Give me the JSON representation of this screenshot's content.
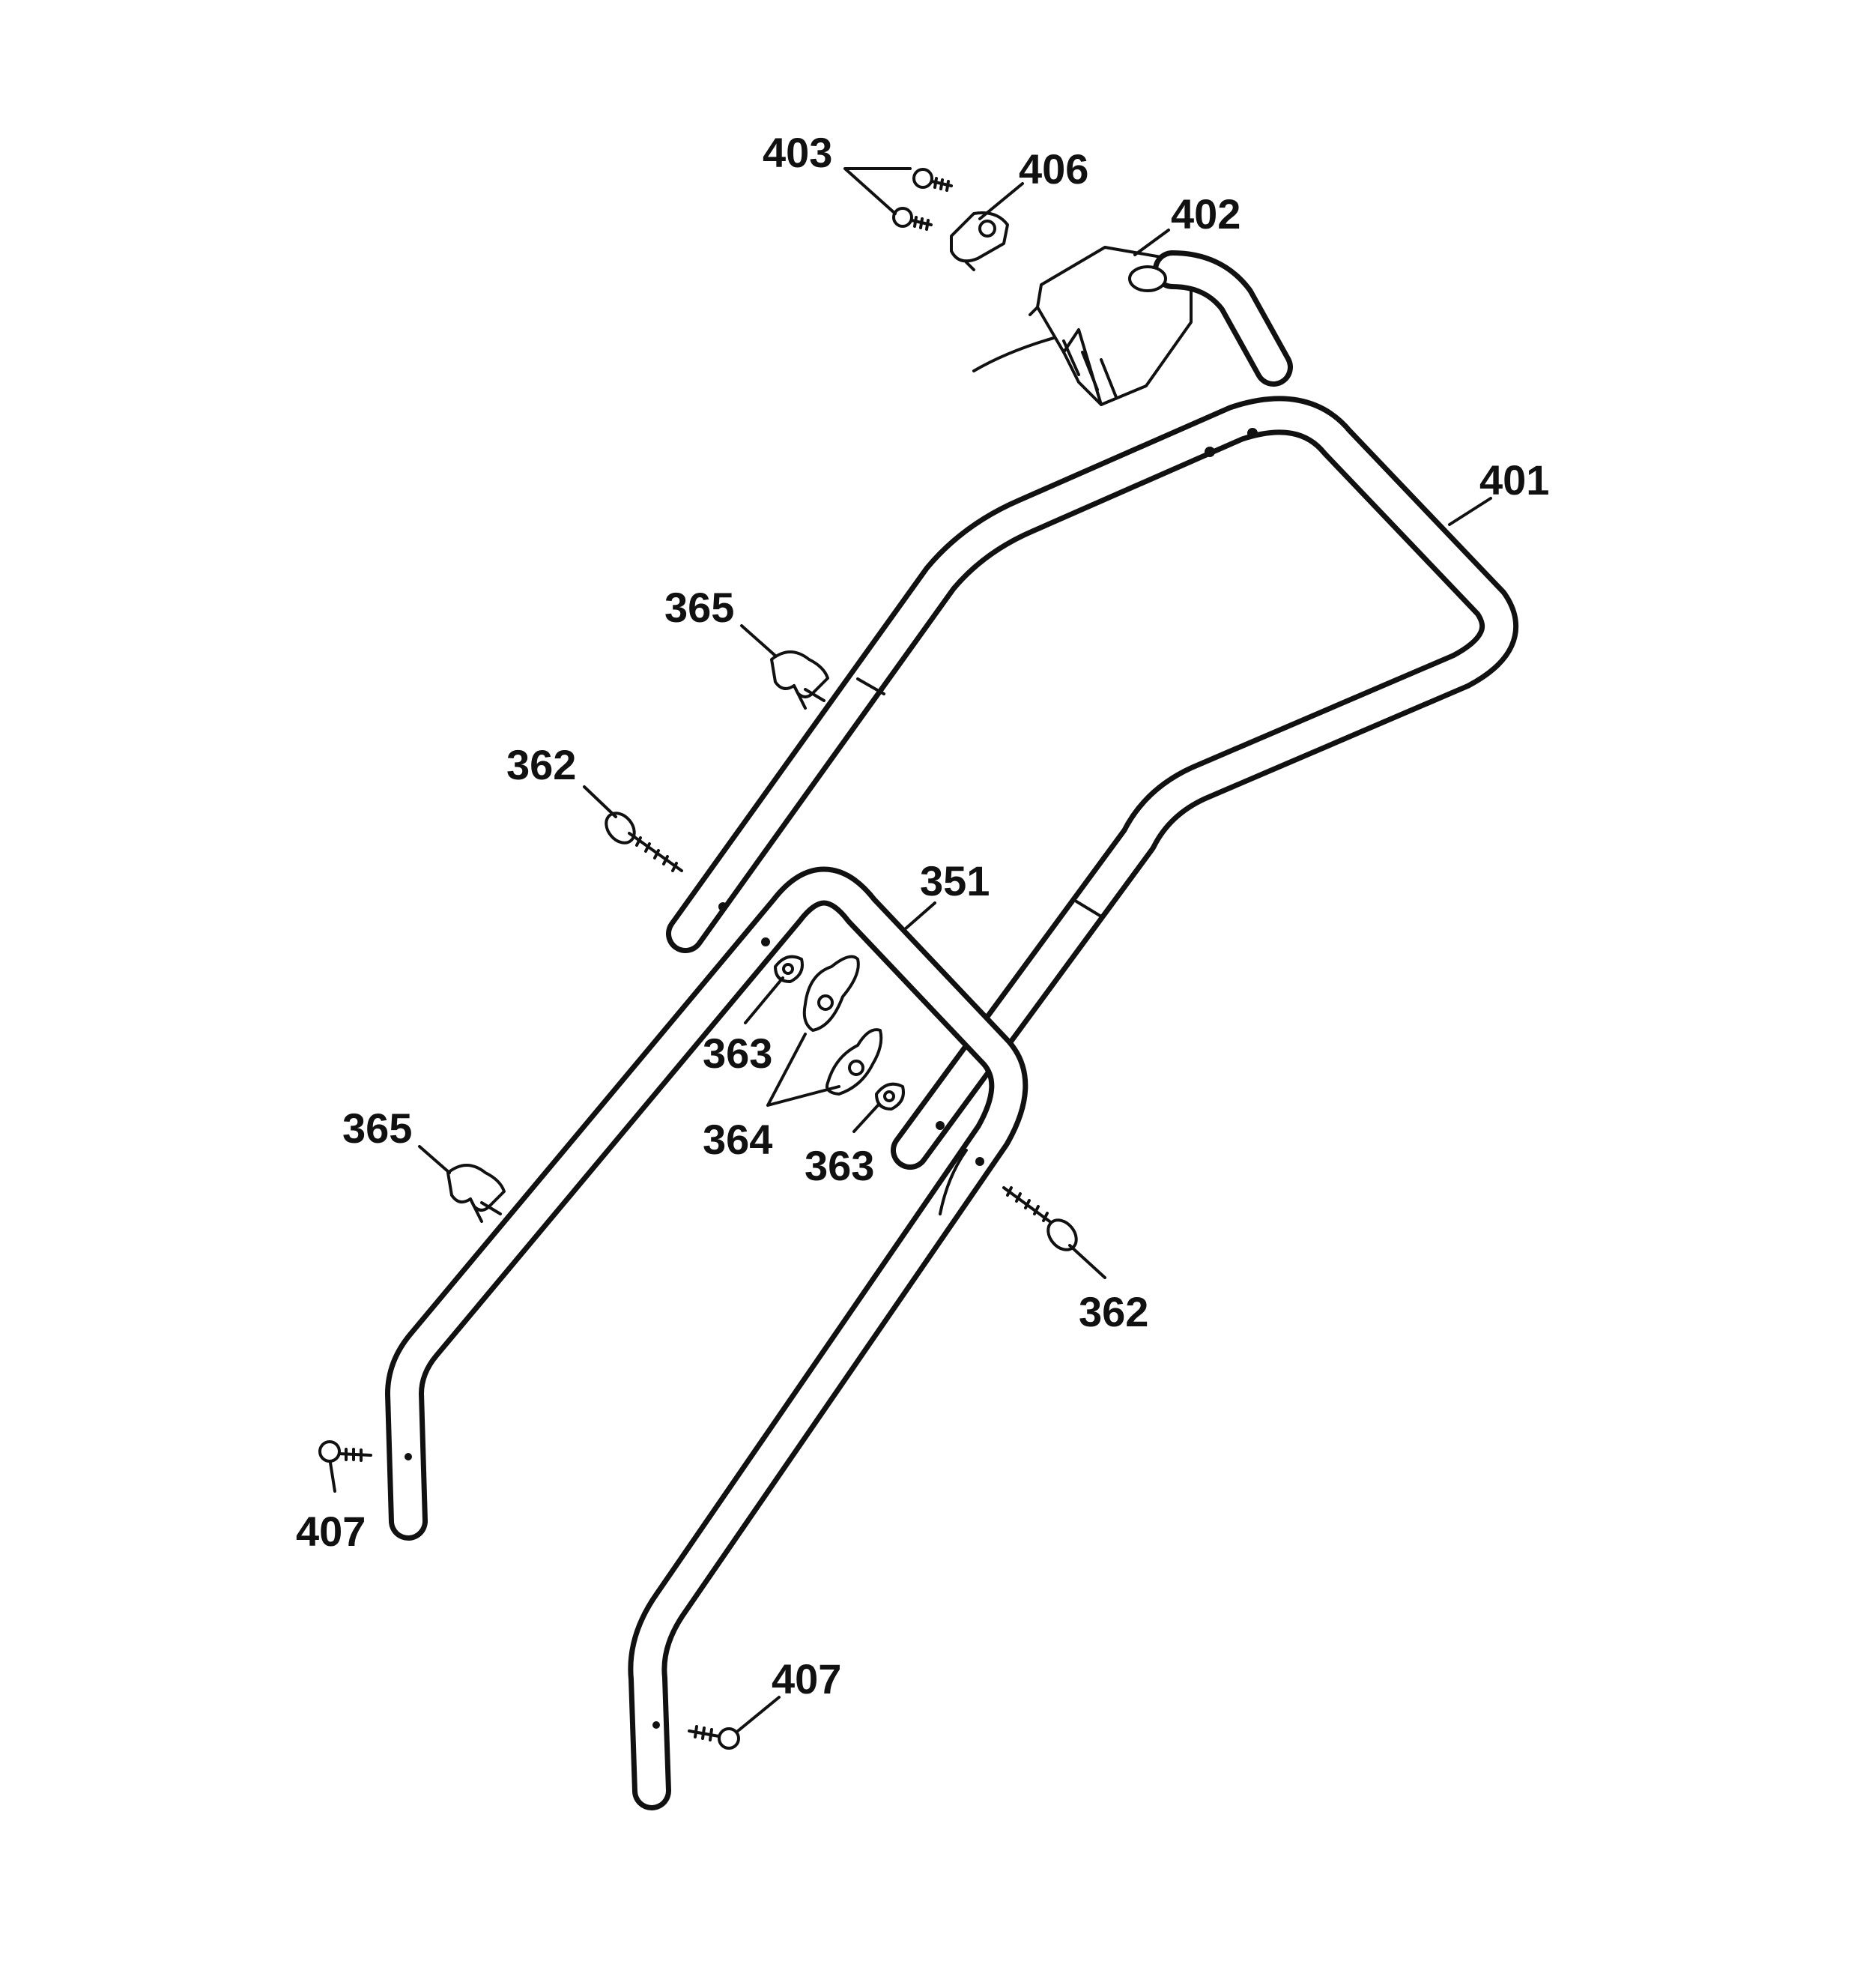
{
  "labels": {
    "p403": "403",
    "p406": "406",
    "p402": "402",
    "p401": "401",
    "p365_upper": "365",
    "p362_upper": "362",
    "p351": "351",
    "p363_upper": "363",
    "p364": "364",
    "p363_lower": "363",
    "p365_lower": "365",
    "p362_lower": "362",
    "p407_left": "407",
    "p407_bottom": "407"
  }
}
